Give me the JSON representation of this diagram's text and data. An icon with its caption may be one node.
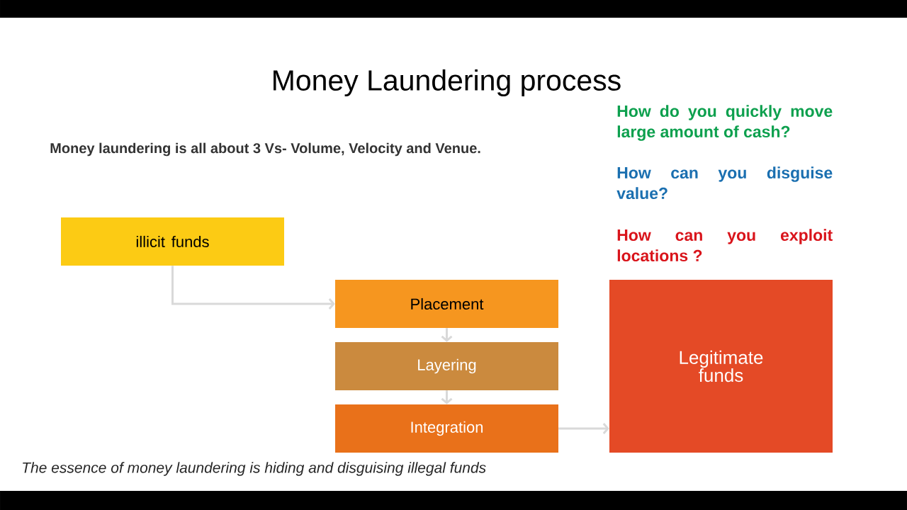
{
  "diagram": {
    "title": "Money Laundering process",
    "nodes": [
      {
        "text": [
          "illicit funds"
        ]
      },
      {
        "text": [
          "Placement"
        ]
      },
      {
        "text": [
          "Layering"
        ]
      },
      {
        "text": [
          "Integration"
        ]
      },
      {
        "text": [
          "Legitimate funds"
        ]
      }
    ],
    "edges": [
      {
        "from": 0,
        "to": 1,
        "arrow": "to"
      },
      {
        "from": 1,
        "to": 2,
        "arrow": "to"
      },
      {
        "from": 2,
        "to": 3,
        "arrow": "to"
      },
      {
        "from": 3,
        "to": 4,
        "arrow": "to"
      }
    ],
    "labels": [
      "Money laundering is all about 3 Vs- Volume, Velocity and Venue.",
      "How do you quickly move large amount of cash?",
      "How can you disguise value?",
      "How can you exploit locations ?",
      "The essence of money laundering is hiding and disguising illegal funds"
    ]
  }
}
